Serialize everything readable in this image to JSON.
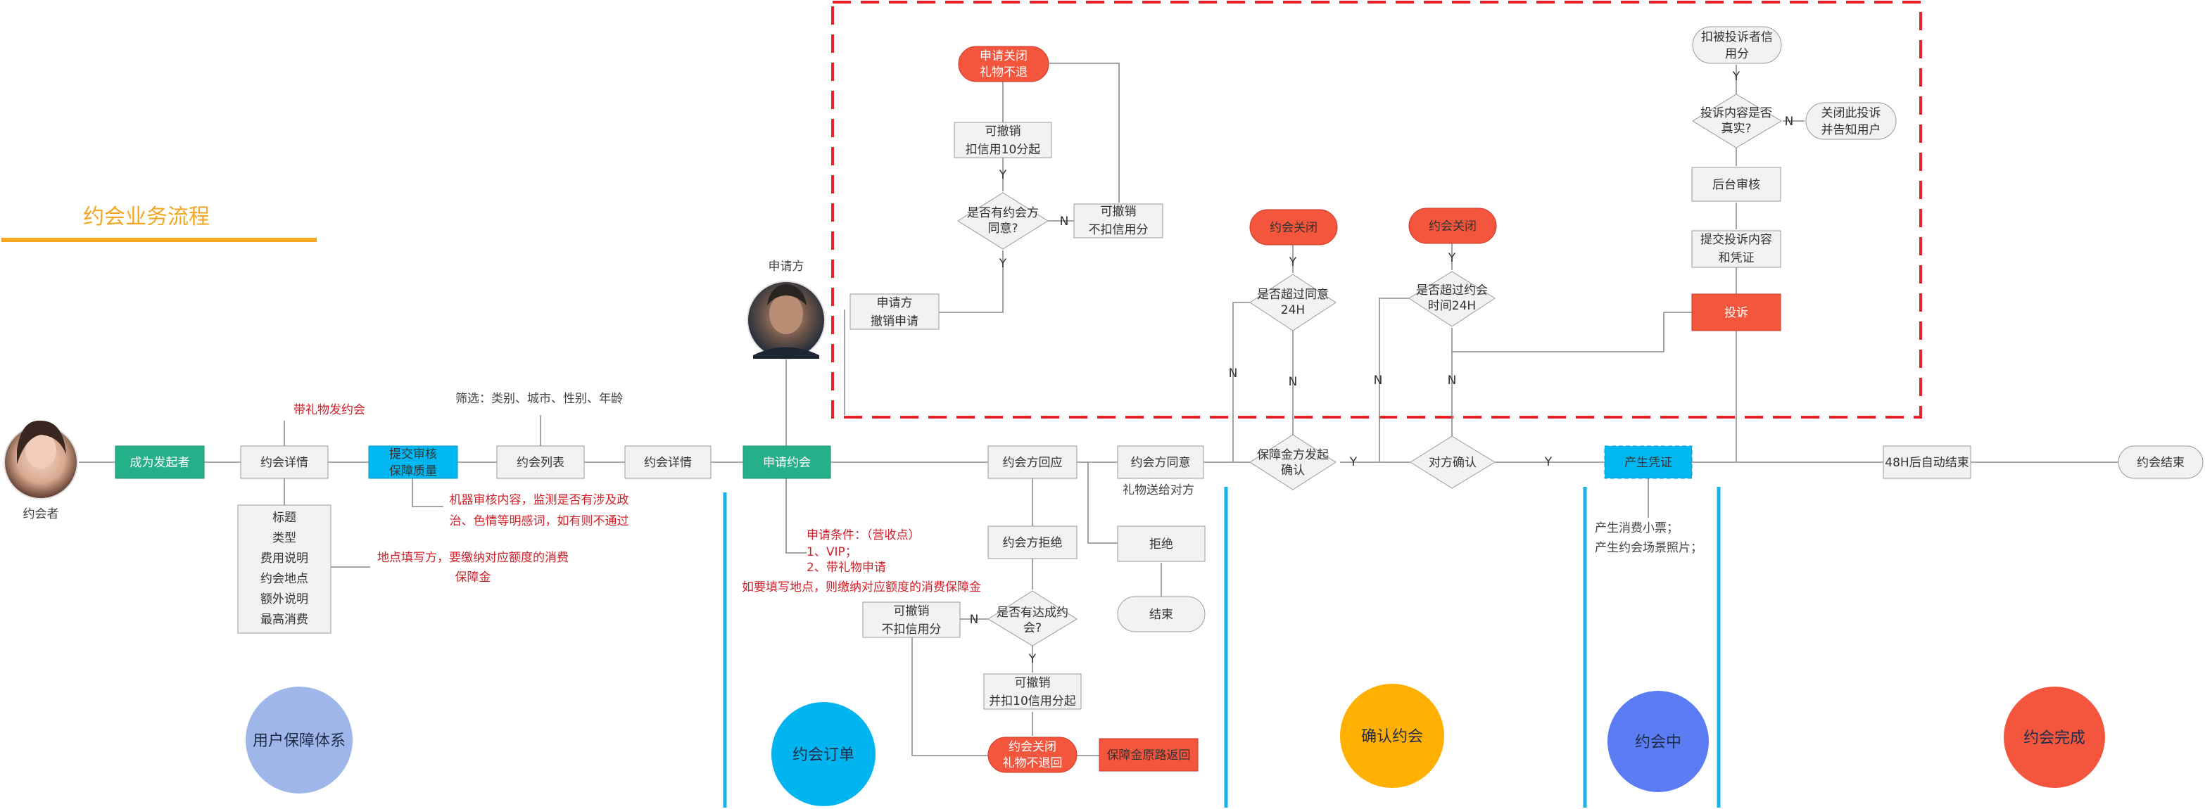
{
  "title": "约会业务流程",
  "avatars": {
    "inviter": "约会者",
    "applicant": "申请方"
  },
  "main_flow": {
    "become_initiator": "成为发起者",
    "date_detail_1": "约会详情",
    "submit_review": [
      "提交审核",
      "保障质量"
    ],
    "date_list": "约会列表",
    "date_detail_2": "约会详情",
    "apply_date": "申请约会",
    "inviter_reply": "约会方回应",
    "inviter_agree": "约会方同意",
    "deposit_confirm": [
      "保障金方发起",
      "确认"
    ],
    "other_confirm": "对方确认",
    "voucher": "产生凭证",
    "auto_end": "48H后自动结束",
    "date_end": "约会结束"
  },
  "notes": {
    "gift_date": "带礼物发约会",
    "filter": "筛选：类别、城市、性别、年龄",
    "detail_fields": [
      "标题",
      "类型",
      "费用说明",
      "约会地点",
      "额外说明",
      "最高消费"
    ],
    "address_note": [
      "地点填写方，要缴纳对应额度的消费",
      "保障金"
    ],
    "machine_review": [
      "机器审核内容，监测是否有涉及政",
      "治、色情等明感词，如有则不通过"
    ],
    "apply_conditions": [
      "申请条件：（营收点）",
      "1、VIP；",
      "2、带礼物申请",
      "如要填写地点，则缴纳对应额度的消费保障金"
    ],
    "gift_to_other": "礼物送给对方",
    "voucher_items": [
      "产生消费小票；",
      "产生约会场景照片；"
    ]
  },
  "reject_branch": {
    "inviter_refuse": "约会方拒绝",
    "reached_decision": [
      "是否有达成约",
      "会?"
    ],
    "revocable_no_deduct": [
      "可撤销",
      "不扣信用分"
    ],
    "revocable_deduct": [
      "可撤销",
      "并扣10信用分起"
    ],
    "close_no_refund": [
      "约会关闭",
      "礼物不退回"
    ],
    "deposit_return": "保障金原路返回",
    "refuse": "拒绝",
    "end": "结束"
  },
  "cancel_branch": {
    "applicant_cancel": [
      "申请方",
      "撤销申请"
    ],
    "other_agree": [
      "是否有约会方",
      "同意?"
    ],
    "revocable_deduct": [
      "可撤销",
      "扣信用10分起"
    ],
    "revocable_no_deduct": [
      "可撤销",
      "不扣信用分"
    ],
    "close_no_refund": [
      "申请关闭",
      "礼物不退"
    ]
  },
  "timeout_branch": {
    "close_1": "约会关闭",
    "over_agree": [
      "是否超过同意",
      "24H"
    ],
    "close_2": "约会关闭",
    "over_date": [
      "是否超过约会",
      "时间24H"
    ]
  },
  "complaint_branch": {
    "complaint": "投诉",
    "submit": [
      "提交投诉内容",
      "和凭证"
    ],
    "backend_review": "后台审核",
    "is_true": [
      "投诉内容是否",
      "真实?"
    ],
    "close_notify": [
      "关闭此投诉",
      "并告知用户"
    ],
    "deduct": [
      "扣被投诉者信",
      "用分"
    ]
  },
  "labels": {
    "yes": "Y",
    "no": "N"
  },
  "phases": [
    "用户保障体系",
    "约会订单",
    "确认约会",
    "约会中",
    "约会完成"
  ],
  "colors": {
    "title": "#f5a623",
    "green": "#26b08a",
    "cyan": "#00b7f1",
    "red": "#f4553d",
    "dashed_red": "#e8202a",
    "phase_blue": "#9fb6ea",
    "phase_cyan": "#00b4ef",
    "phase_orange": "#ffb000",
    "phase_royal": "#5b7cf3",
    "phase_red": "#f4553d",
    "divider": "#19b2e8"
  }
}
